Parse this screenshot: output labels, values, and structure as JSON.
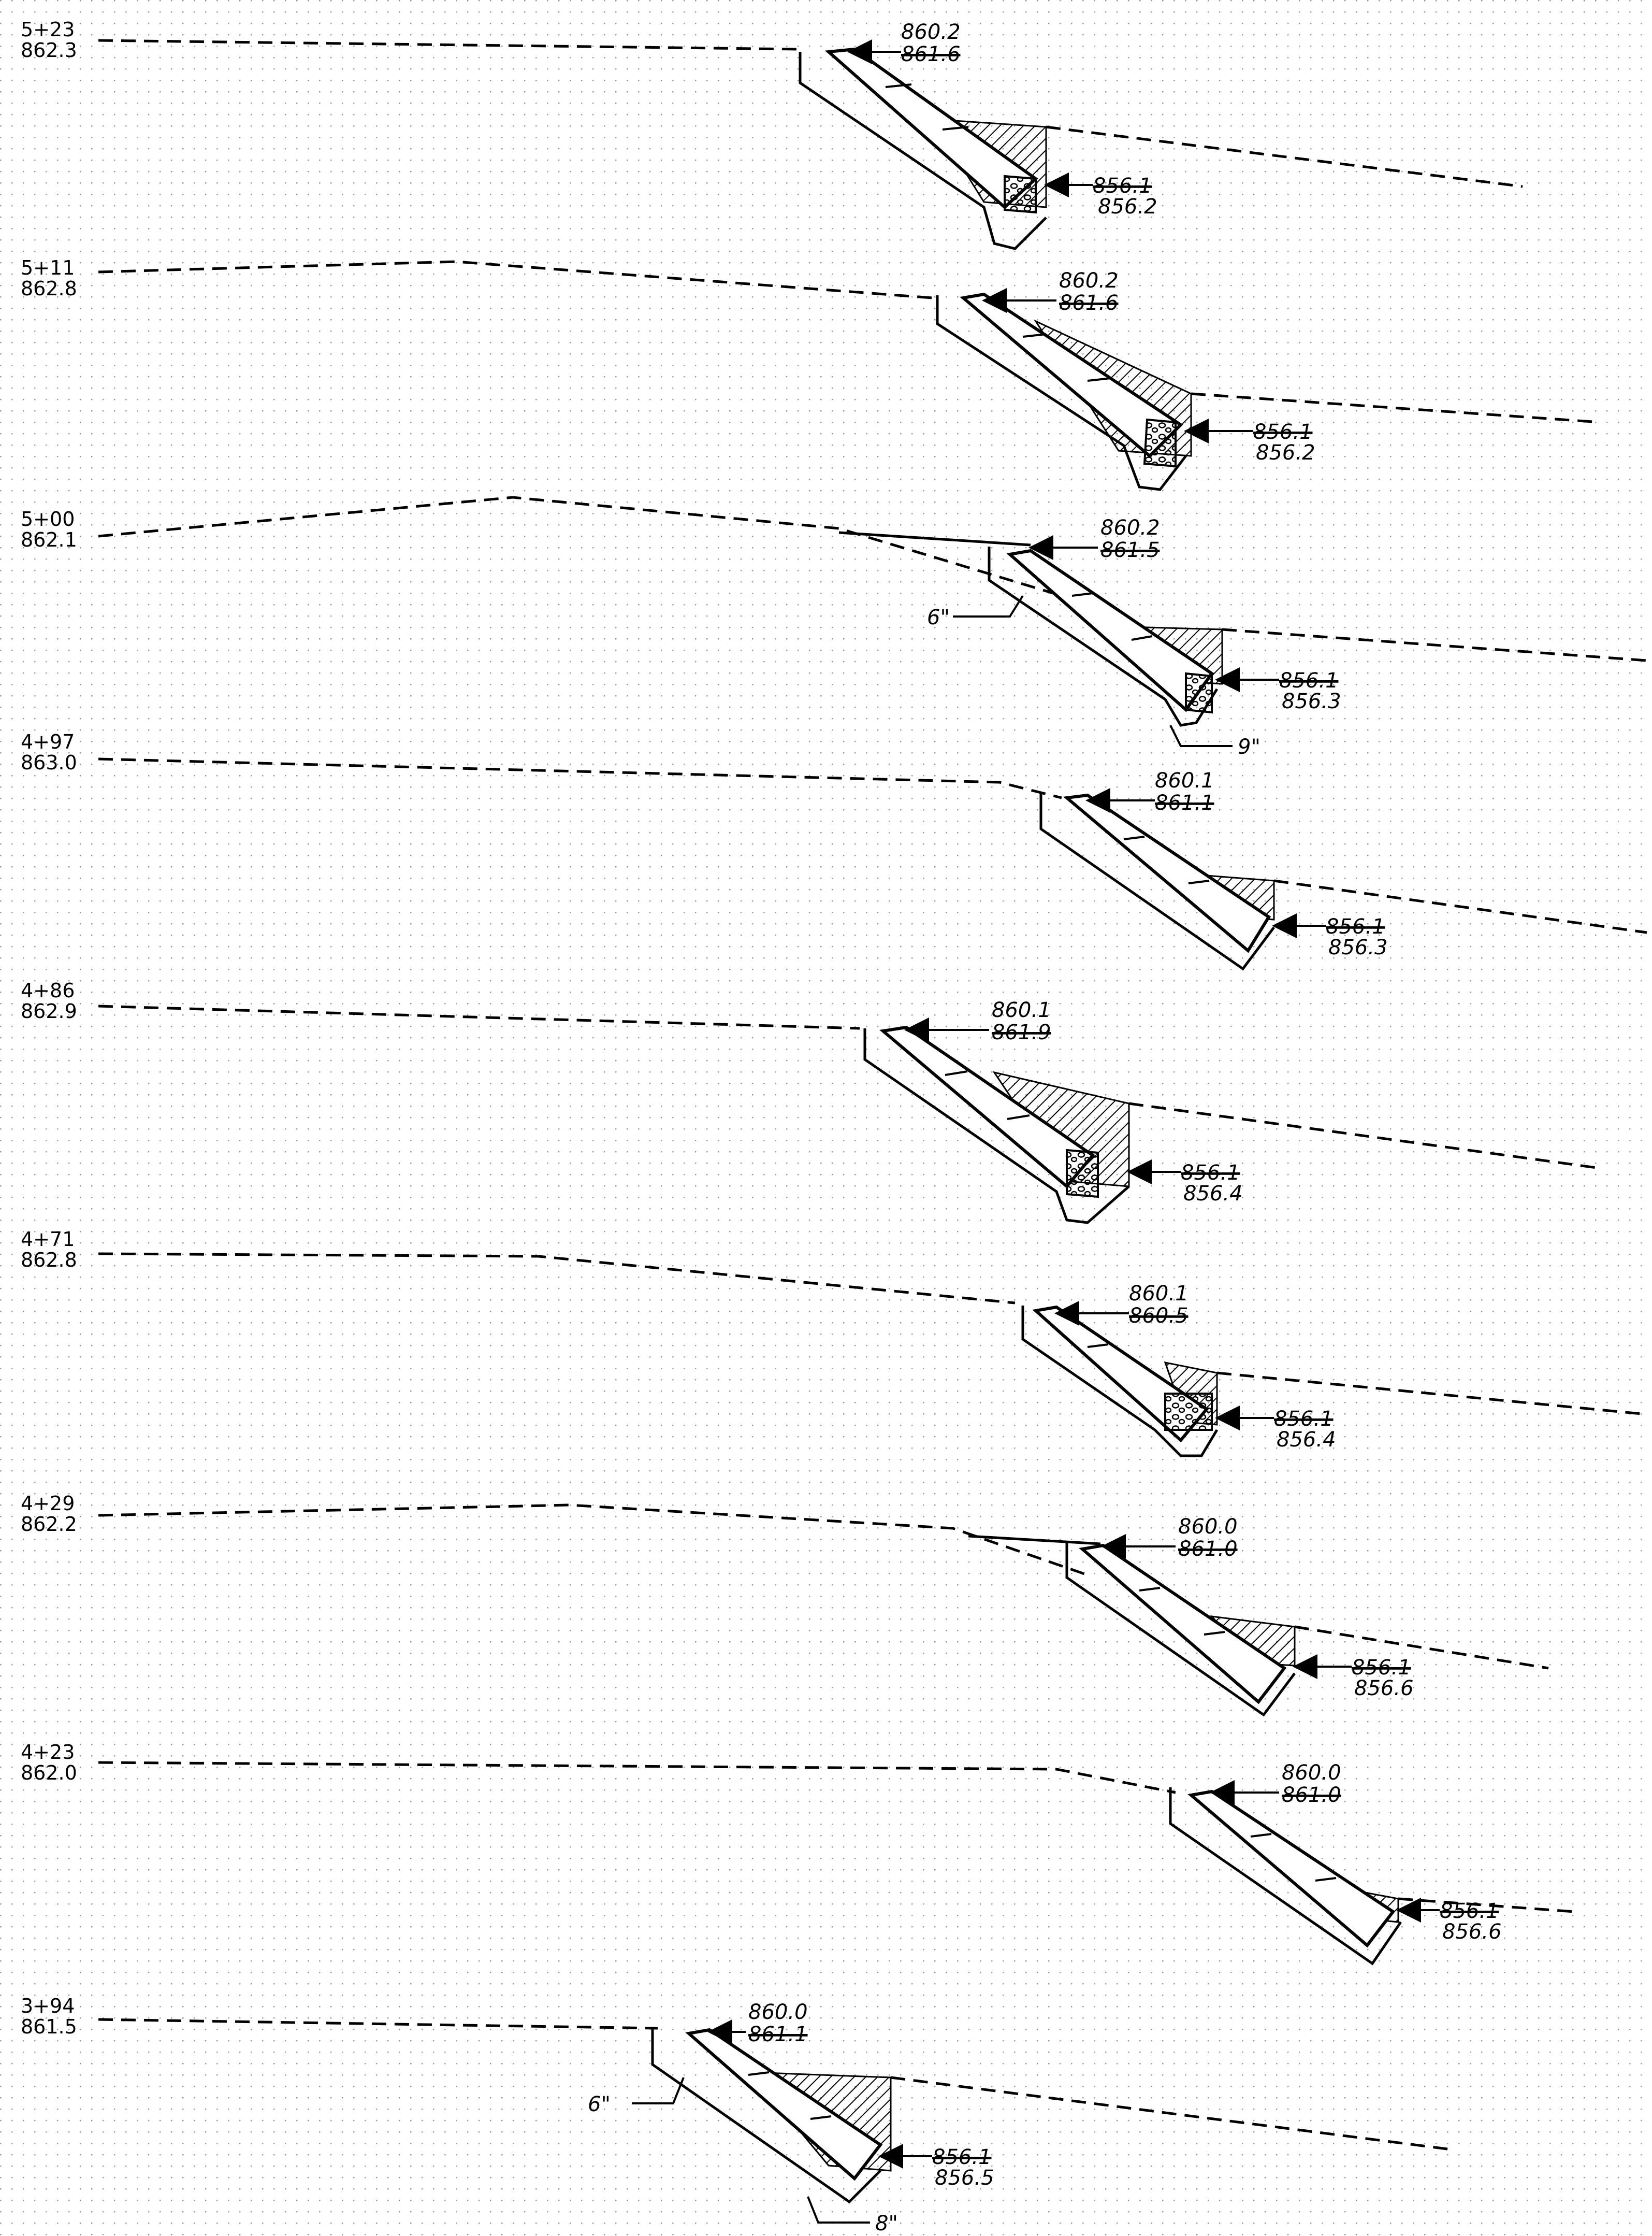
{
  "sections": [
    {
      "station": "5+23",
      "ground": "862.3",
      "top_new": "860.2",
      "top_old": "861.6",
      "toe_old": "856.1",
      "toe_new": "856.2"
    },
    {
      "station": "5+11",
      "ground": "862.8",
      "top_new": "860.2",
      "top_old": "861.6",
      "toe_old": "856.1",
      "toe_new": "856.2"
    },
    {
      "station": "5+00",
      "ground": "862.1",
      "top_new": "860.2",
      "top_old": "861.5",
      "toe_old": "856.1",
      "toe_new": "856.3",
      "dims": [
        "6\"",
        "9\""
      ]
    },
    {
      "station": "4+97",
      "ground": "863.0",
      "top_new": "860.1",
      "top_old": "861.1",
      "toe_old": "856.1",
      "toe_new": "856.3"
    },
    {
      "station": "4+86",
      "ground": "862.9",
      "top_new": "860.1",
      "top_old": "861.9",
      "toe_old": "856.1",
      "toe_new": "856.4"
    },
    {
      "station": "4+71",
      "ground": "862.8",
      "top_new": "860.1",
      "top_old": "860.5",
      "toe_old": "856.1",
      "toe_new": "856.4"
    },
    {
      "station": "4+29",
      "ground": "862.2",
      "top_new": "860.0",
      "top_old": "861.0",
      "toe_old": "856.1",
      "toe_new": "856.6"
    },
    {
      "station": "4+23",
      "ground": "862.0",
      "top_new": "860.0",
      "top_old": "861.0",
      "toe_old": "856.1",
      "toe_new": "856.6"
    },
    {
      "station": "3+94",
      "ground": "861.5",
      "top_new": "860.0",
      "top_old": "861.1",
      "toe_old": "856.1",
      "toe_new": "856.5",
      "dims": [
        "6\"",
        "8\""
      ]
    }
  ]
}
